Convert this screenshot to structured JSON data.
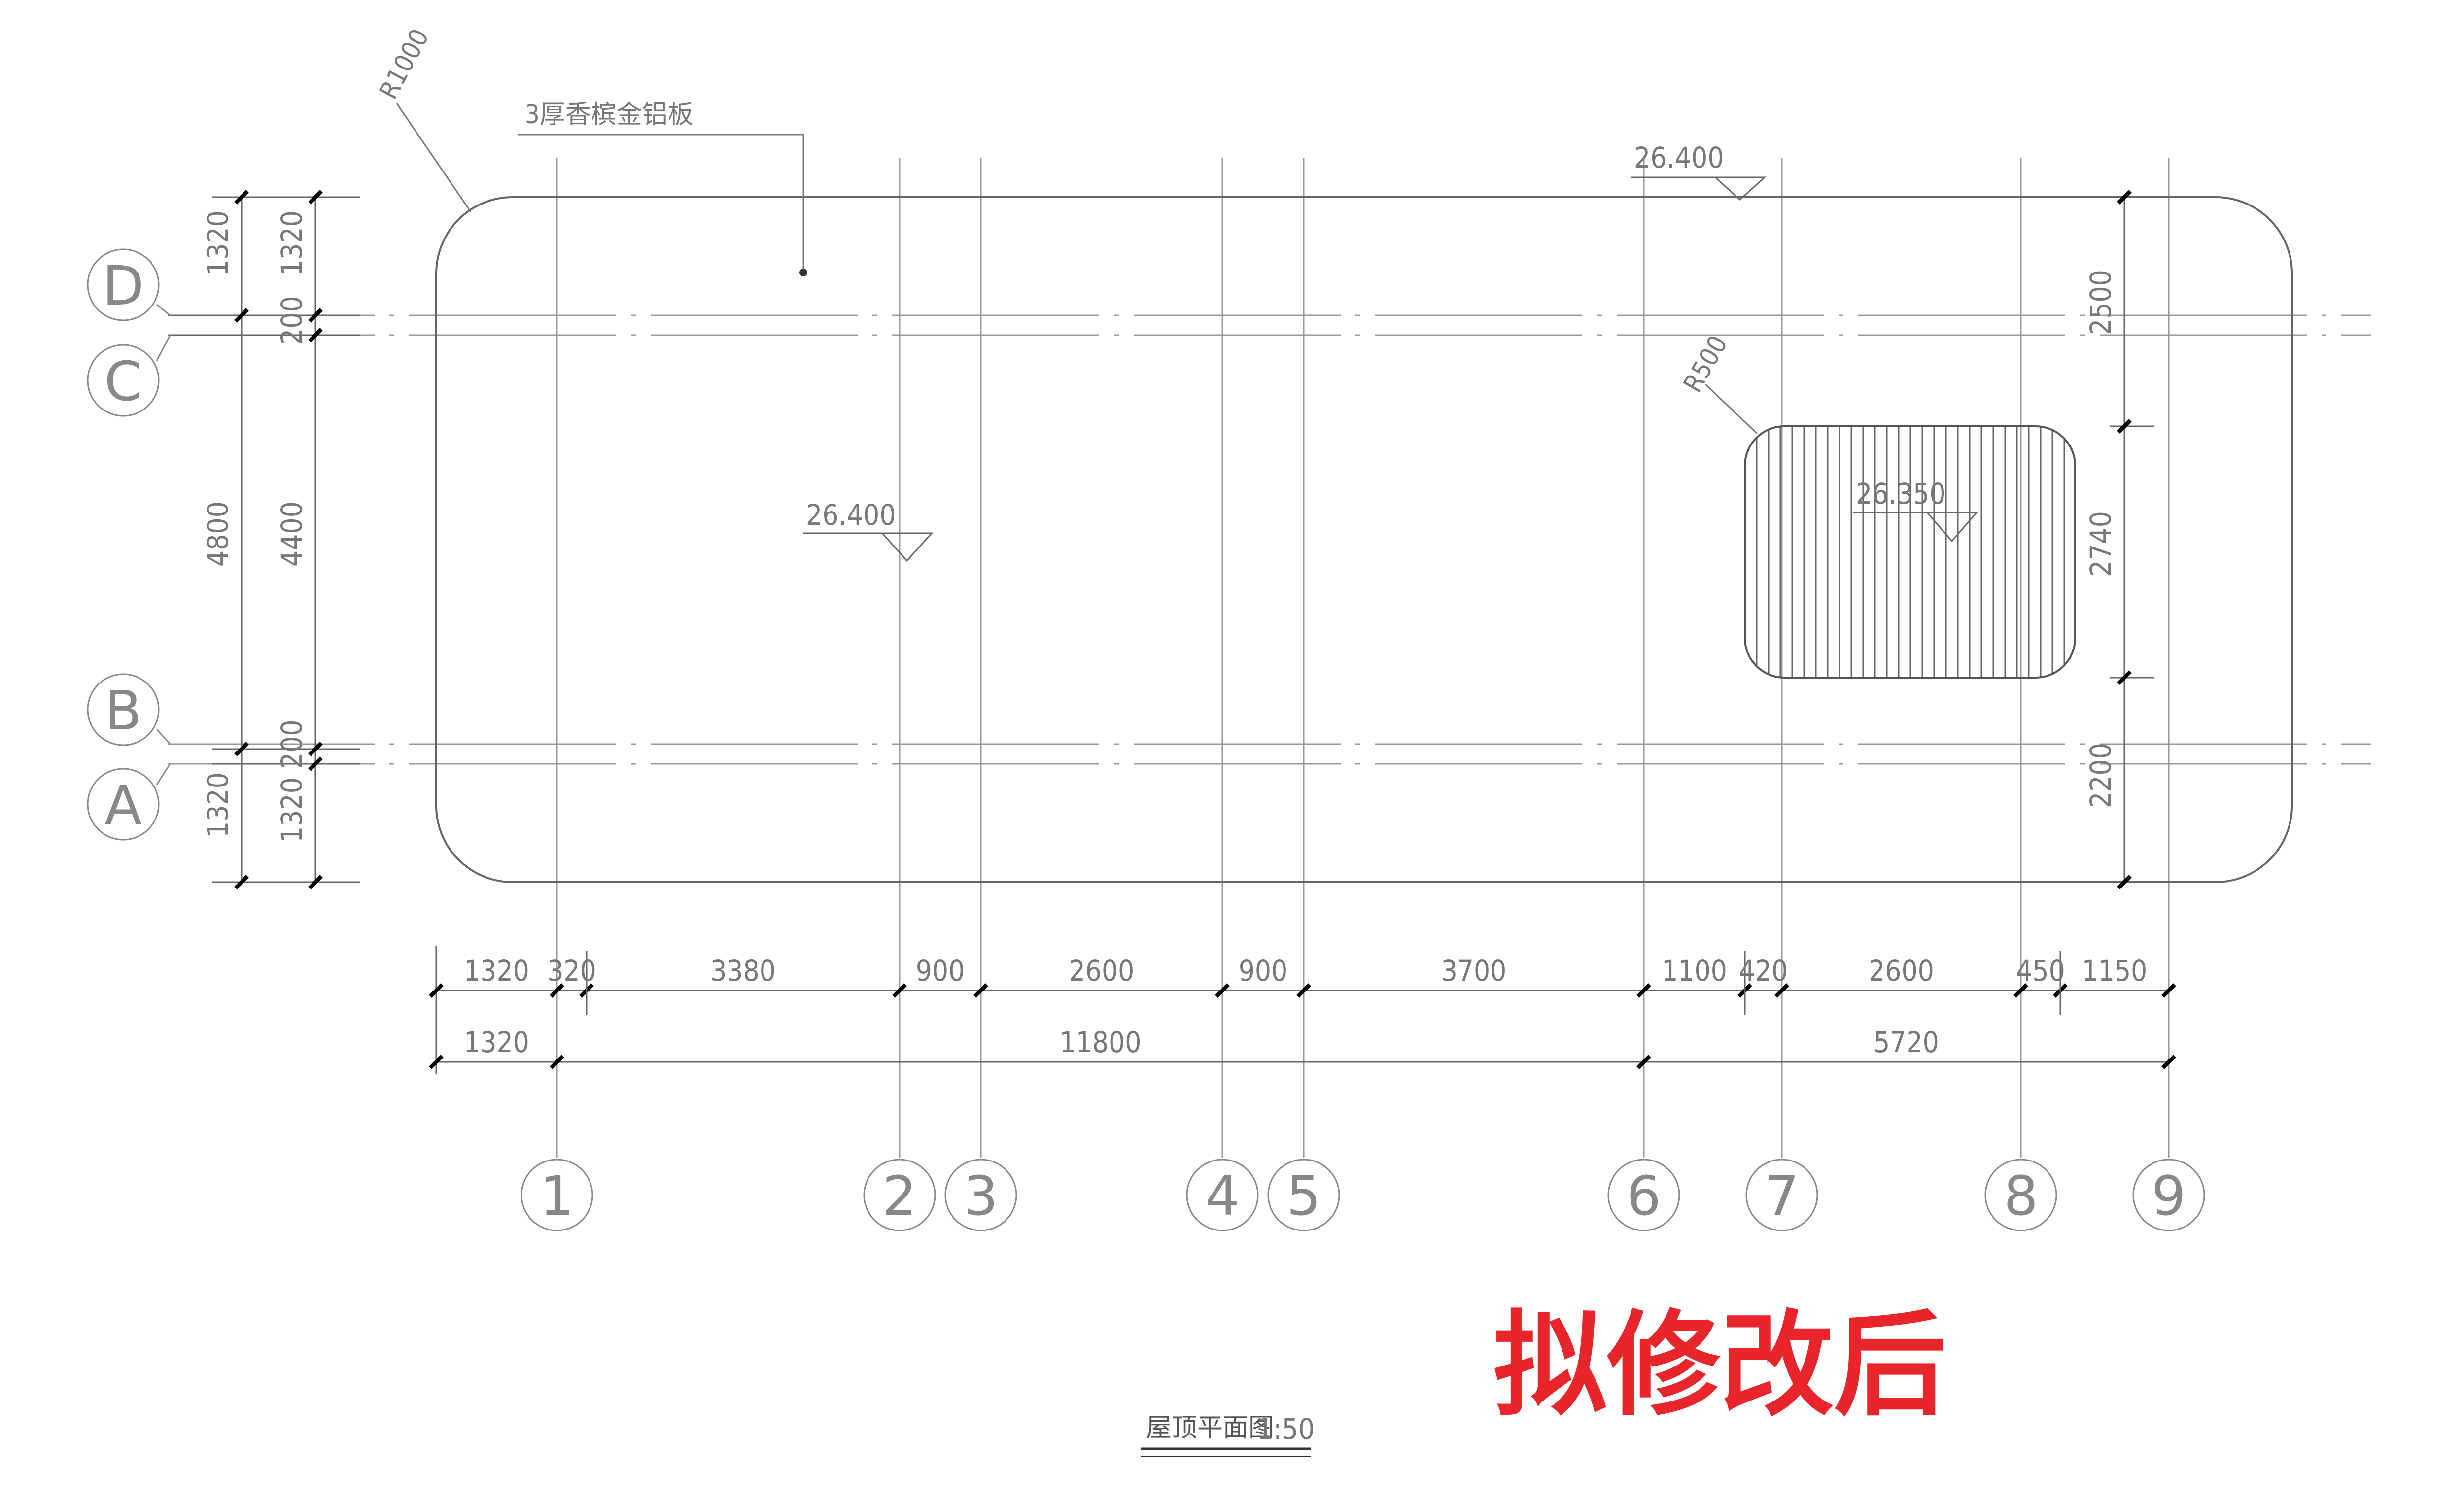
{
  "stamp": "拟修改后",
  "title": {
    "name": "屋顶平面图",
    "scale": "1:50"
  },
  "annotations": {
    "material": "3厚香槟金铝板",
    "r1000": "R1000",
    "r500": "R500",
    "elev_top": "26.400",
    "elev_center": "26.400",
    "elev_skylight": "26.350"
  },
  "column_axes": [
    "1",
    "2",
    "3",
    "4",
    "5",
    "6",
    "7",
    "8",
    "9"
  ],
  "row_axes": [
    "D",
    "C",
    "B",
    "A"
  ],
  "dims": {
    "bottom_row1": [
      "1320",
      "320",
      "3380",
      "900",
      "2600",
      "900",
      "3700",
      "1100",
      "420",
      "2600",
      "450",
      "1150"
    ],
    "bottom_row2": [
      "1320",
      "11800",
      "5720"
    ],
    "left_outer": [
      "1320",
      "4800",
      "1320"
    ],
    "left_inner": [
      "1320",
      "200",
      "4400",
      "200",
      "1320"
    ],
    "right": [
      "2500",
      "2740",
      "2200"
    ]
  }
}
